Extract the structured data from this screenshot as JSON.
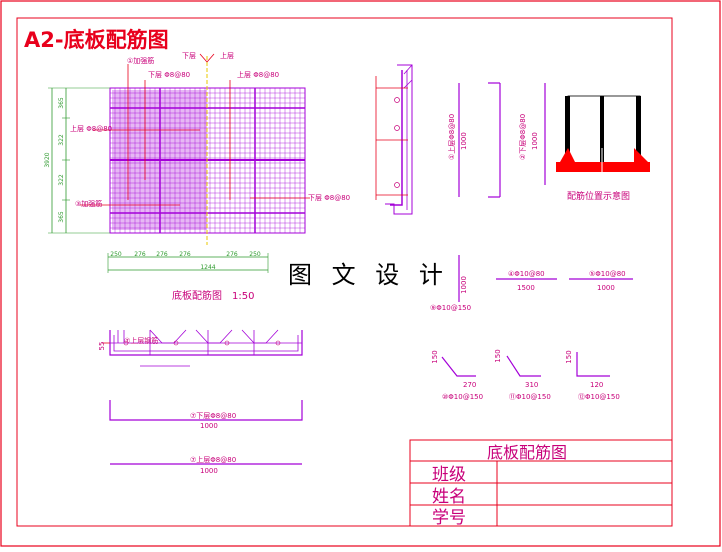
{
  "title": "A2-底板配筋图",
  "watermark": "图 文 设 计",
  "plan": {
    "label_jiaqiang_top": "①加强筋",
    "label_xiaceng_top": "下层 Φ8@80",
    "label_xia": "下层",
    "label_shang": "上层",
    "label_shangceng_top": "上层 Φ8@80",
    "label_shangceng_left": "上层 Φ8@80",
    "label_jiaqiang_left": "③加强筋",
    "label_xiaceng_right": "下层 Φ8@80",
    "vert_dims": [
      "365",
      "322",
      "322",
      "365"
    ],
    "vert_total": "3920",
    "horiz_dims": [
      "250",
      "276",
      "276",
      "276",
      "276",
      "250"
    ],
    "horiz_total": "1244",
    "caption": "底板配筋图　1:50"
  },
  "section": {
    "bar_up": "①上层Φ8@80",
    "bar_down": "②下层Φ8@80",
    "len_up": "1000",
    "len_down": "1000"
  },
  "schematic": {
    "caption": "配筋位置示意图"
  },
  "bars": {
    "b9": {
      "label": "⑨Φ10@150",
      "len": "1000"
    },
    "b4": {
      "label": "④Φ10@80",
      "len": "1500"
    },
    "b5": {
      "label": "⑤Φ10@80",
      "len": "1000"
    },
    "b10": {
      "label": "⑩Φ10@150",
      "h": "150",
      "len": "270"
    },
    "b11": {
      "label": "⑪Φ10@150",
      "h": "150",
      "len": "310"
    },
    "b12": {
      "label": "⑫Φ10@150",
      "h": "150",
      "len": "120"
    }
  },
  "wall": {
    "note": "⑦上层钢筋",
    "dim_left": "55",
    "bot_label": "⑦下层Φ8@80",
    "bot_len": "1000",
    "up_label": "⑦上层Φ8@80",
    "up_len": "1000"
  },
  "titleblock": {
    "title": "底板配筋图",
    "class_label": "班级",
    "name_label": "姓名",
    "id_label": "学号"
  },
  "colors": {
    "border": "#e8001c",
    "rebar": "#a400d8",
    "dim": "#c8007a",
    "green": "#2e9a2e",
    "concrete": "#ff0000"
  }
}
